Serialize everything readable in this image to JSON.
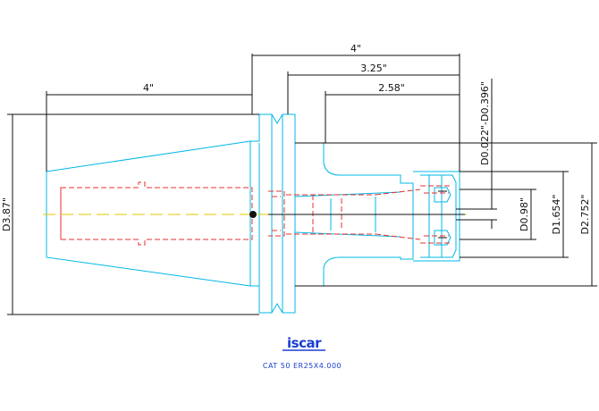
{
  "drawing": {
    "dimensions": {
      "top_length": "4\"",
      "mid_length": "3.25\"",
      "short_length": "2.58\"",
      "taper_length": "4\"",
      "flange_diameter": "D3.87\"",
      "collet_range": "D0.022\"-D0.396\"",
      "bore_diameter": "D0.98\"",
      "nut_diameter": "D1.654\"",
      "body_diameter": "D2.752\""
    },
    "logo_text": "iscar",
    "caption": "CAT 50 ER25X4.000",
    "colors": {
      "dimension_lines": "#111111",
      "part_outline": "#00b8e6",
      "hidden_lines": "#e83030",
      "center_line": "#e0c800",
      "caption": "#1a3fd0"
    }
  }
}
